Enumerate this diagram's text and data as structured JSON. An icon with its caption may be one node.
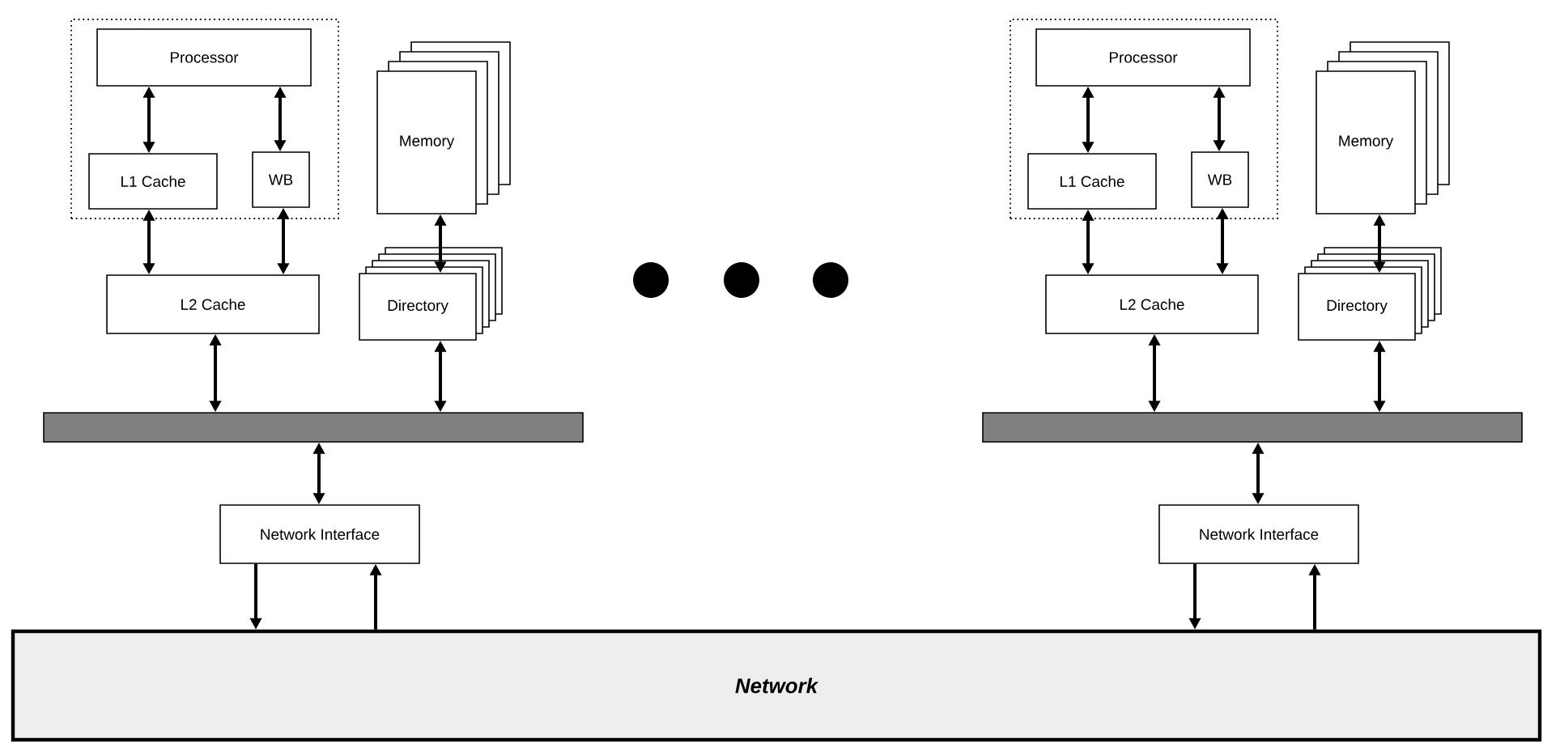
{
  "diagram": {
    "nodes": [
      {
        "text": [],
        "shape": "box"
      },
      {
        "text": [
          "Processor"
        ],
        "in": 0
      },
      {
        "text": [
          "L1 Cache"
        ],
        "in": 0
      },
      {
        "text": [
          "WB"
        ],
        "in": 0
      },
      {
        "text": [
          "Memory"
        ]
      },
      {
        "text": [
          "L2 Cache"
        ]
      },
      {
        "text": [
          "Directory"
        ]
      },
      {
        "text": [],
        "shape": "bar"
      },
      {
        "text": [
          "Network Interface"
        ]
      },
      {
        "text": [],
        "shape": "box"
      },
      {
        "text": [
          "Processor"
        ],
        "in": 9
      },
      {
        "text": [
          "L1 Cache"
        ],
        "in": 9
      },
      {
        "text": [
          "WB"
        ],
        "in": 9
      },
      {
        "text": [
          "Memory"
        ]
      },
      {
        "text": [
          "L2 Cache"
        ]
      },
      {
        "text": [
          "Directory"
        ]
      },
      {
        "text": [],
        "shape": "bar"
      },
      {
        "text": [
          "Network Interface"
        ]
      },
      {
        "text": [
          "Network"
        ]
      }
    ],
    "edges": [
      {
        "from": 1,
        "to": 2,
        "arrow": "both"
      },
      {
        "from": 1,
        "to": 3,
        "arrow": "both"
      },
      {
        "from": 2,
        "to": 5,
        "arrow": "both"
      },
      {
        "from": 3,
        "to": 5,
        "arrow": "both"
      },
      {
        "from": 4,
        "to": 6,
        "arrow": "both"
      },
      {
        "from": 5,
        "to": 7,
        "arrow": "both"
      },
      {
        "from": 6,
        "to": 7,
        "arrow": "both"
      },
      {
        "from": 7,
        "to": 8,
        "arrow": "both"
      },
      {
        "from": 8,
        "to": 18,
        "arrow": "to"
      },
      {
        "from": 18,
        "to": 8,
        "arrow": "to"
      },
      {
        "from": 10,
        "to": 11,
        "arrow": "both"
      },
      {
        "from": 10,
        "to": 12,
        "arrow": "both"
      },
      {
        "from": 11,
        "to": 14,
        "arrow": "both"
      },
      {
        "from": 12,
        "to": 14,
        "arrow": "both"
      },
      {
        "from": 13,
        "to": 15,
        "arrow": "both"
      },
      {
        "from": 14,
        "to": 16,
        "arrow": "both"
      },
      {
        "from": 15,
        "to": 16,
        "arrow": "both"
      },
      {
        "from": 16,
        "to": 17,
        "arrow": "both"
      },
      {
        "from": 17,
        "to": 18,
        "arrow": "to"
      },
      {
        "from": 18,
        "to": 17,
        "arrow": "to"
      }
    ]
  }
}
